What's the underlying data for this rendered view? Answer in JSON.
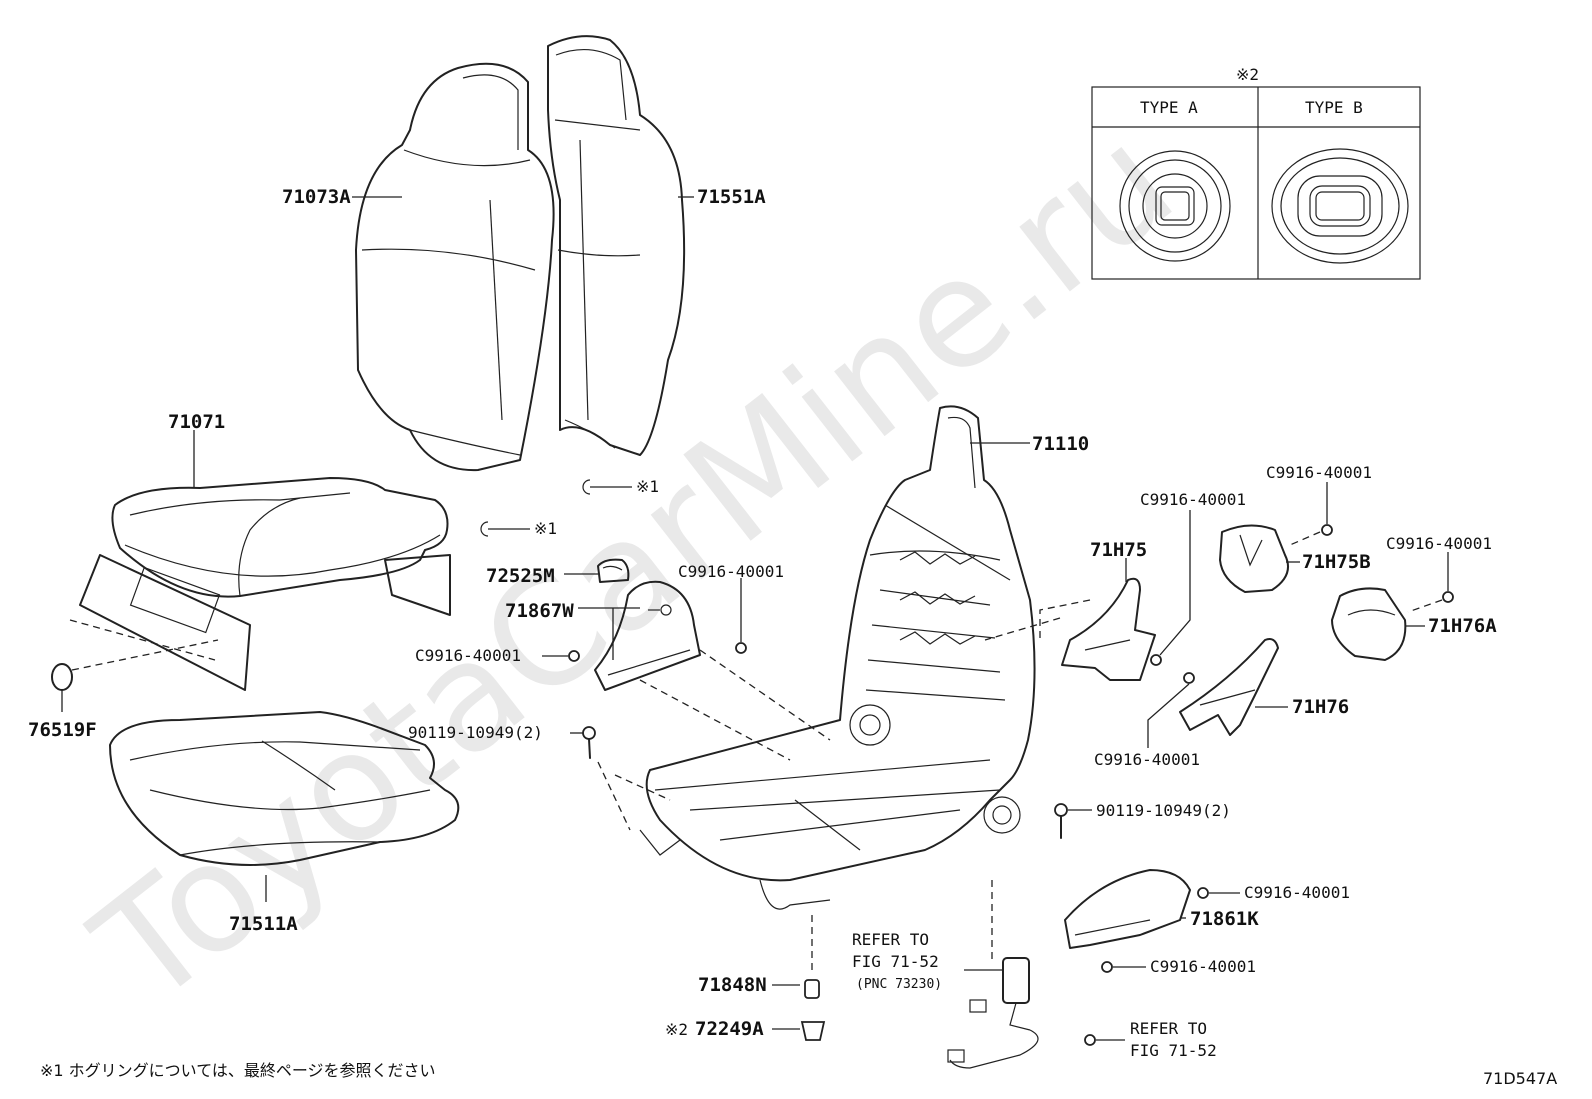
{
  "watermark": "ToyotaCarMine.ru",
  "inset": {
    "marker": "※2",
    "type_a": "TYPE A",
    "type_b": "TYPE B"
  },
  "parts": {
    "p71073A": "71073A",
    "p71551A": "71551A",
    "p71071": "71071",
    "p71110": "71110",
    "p71511A": "71511A",
    "p76519F": "76519F",
    "p72525M": "72525M",
    "p71867W": "71867W",
    "p71H75": "71H75",
    "p71H75B": "71H75B",
    "p71H76A": "71H76A",
    "p71H76": "71H76",
    "p71861K": "71861K",
    "p71848N": "71848N",
    "p72249A": "72249A",
    "c9916_a": "C9916-40001",
    "c9916_b": "C9916-40001",
    "c9916_c": "C9916-40001",
    "c9916_d": "C9916-40001",
    "c9916_e": "C9916-40001",
    "c9916_f": "C9916-40001",
    "c9916_g": "C9916-40001",
    "c9916_h": "C9916-40001",
    "bolt_left": "90119-10949(2)",
    "bolt_right": "90119-10949(2)"
  },
  "notes": {
    "ring_1": "※1",
    "ring_2": "※1",
    "mark_2": "※2",
    "refer_a1": "REFER TO",
    "refer_a2": "FIG 71-52",
    "refer_a3": "(PNC 73230)",
    "refer_b1": "REFER TO",
    "refer_b2": "FIG 71-52",
    "footnote": "※1 ホグリングについては、最終ページを参照ください",
    "fig_code": "71D547A"
  }
}
